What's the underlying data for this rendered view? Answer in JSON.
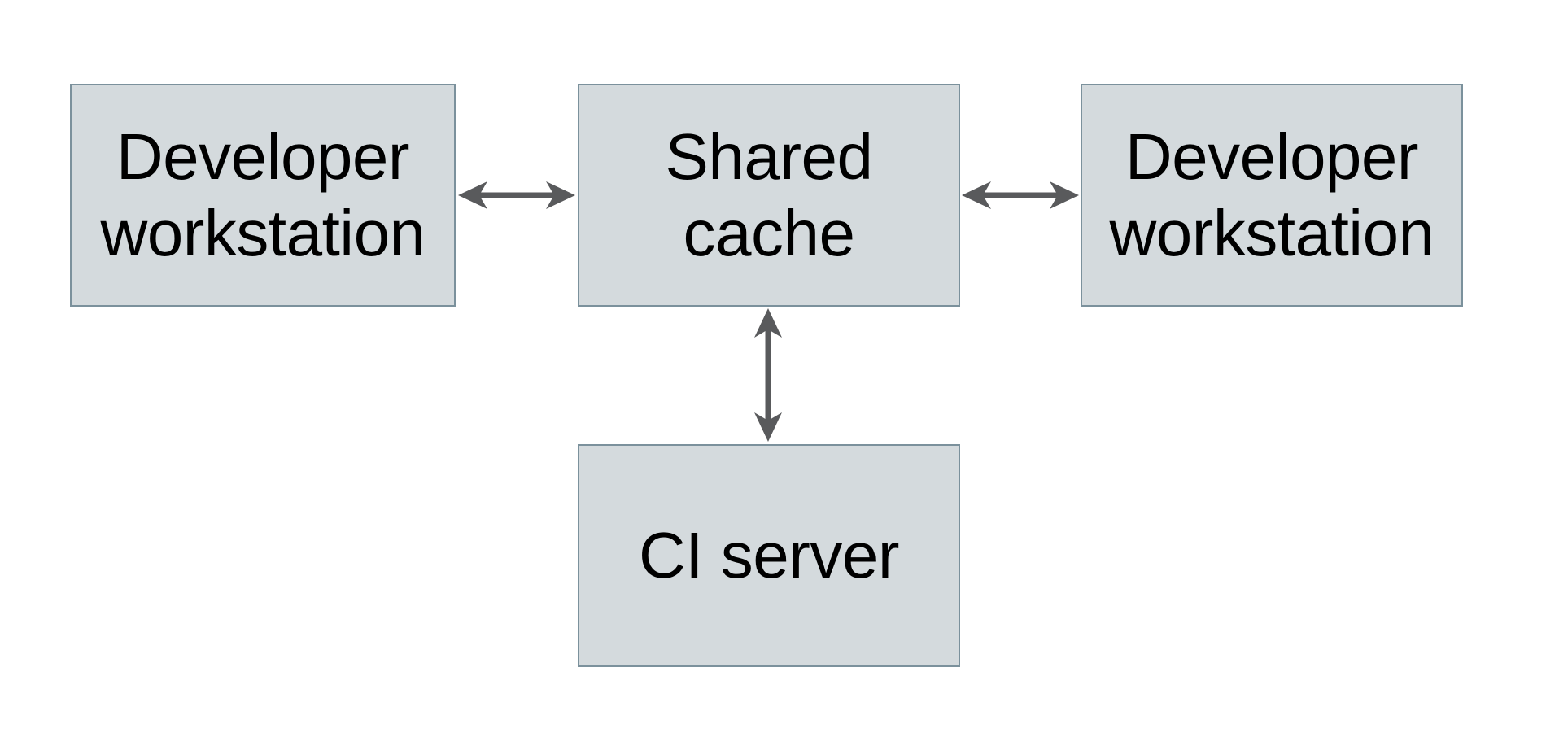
{
  "colors": {
    "background": "#ffffff",
    "node-fill": "#d4dadd",
    "node-border": "#7b919c",
    "arrow": "#595a5c",
    "text": "#000000"
  },
  "diagram": {
    "type": "architecture-diagram",
    "nodes": {
      "dev_left": {
        "label": "Developer\nworkstation"
      },
      "cache": {
        "label": "Shared\ncache"
      },
      "dev_right": {
        "label": "Developer\nworkstation"
      },
      "ci": {
        "label": "CI server"
      }
    },
    "edges": [
      {
        "from": "Developer workstation (left)",
        "to": "Shared cache",
        "style": "bidirectional-arrow"
      },
      {
        "from": "Shared cache",
        "to": "Developer workstation (right)",
        "style": "bidirectional-arrow"
      },
      {
        "from": "Shared cache",
        "to": "CI server",
        "style": "bidirectional-arrow"
      }
    ]
  }
}
